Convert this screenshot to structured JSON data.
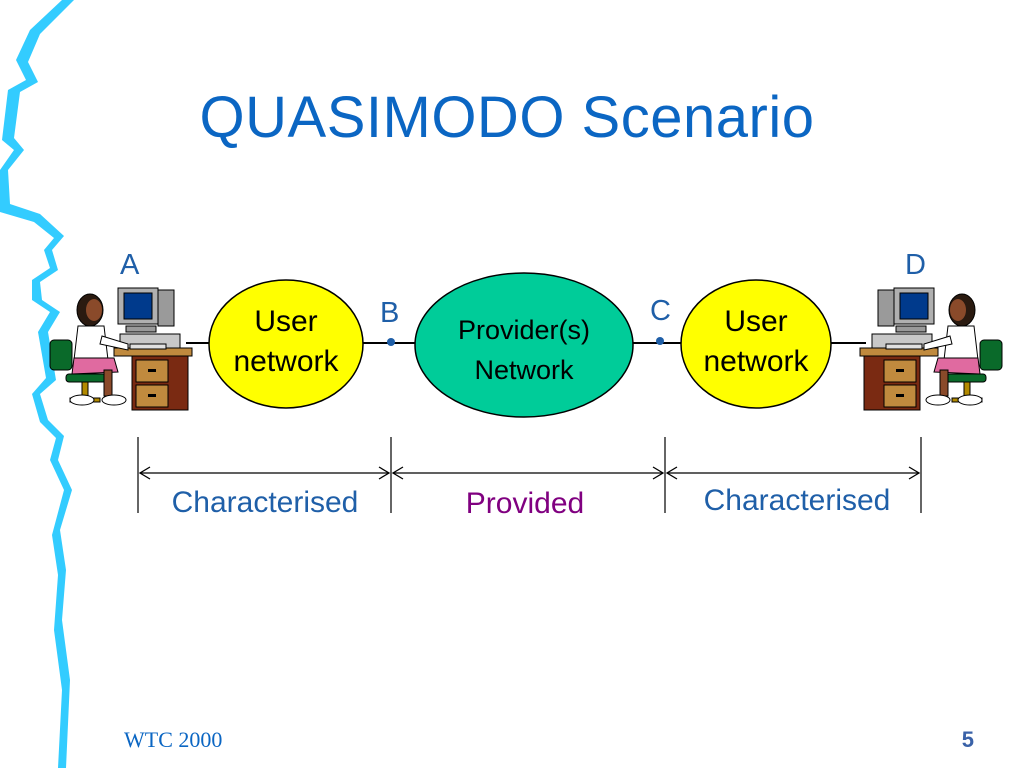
{
  "slide": {
    "title": "QUASIMODO Scenario",
    "footer_left": "WTC 2000",
    "slide_number": "5"
  },
  "diagram": {
    "points": {
      "a": "A",
      "b": "B",
      "c": "C",
      "d": "D"
    },
    "left_network": {
      "line1": "User",
      "line2": "network",
      "fill": "#ffff00"
    },
    "provider_network": {
      "line1": "Provider(s)",
      "line2": "Network",
      "fill": "#00cc99"
    },
    "right_network": {
      "line1": "User",
      "line2": "network",
      "fill": "#ffff00"
    },
    "segments": {
      "left": "Characterised",
      "middle": "Provided",
      "right": "Characterised"
    }
  },
  "colors": {
    "title": "#0b66c3",
    "characterised_label": "#1f5fa8",
    "provided_label": "#800080",
    "accent_stripe": "#33ccff"
  },
  "icons": [
    "user-at-workstation-left",
    "user-at-workstation-right"
  ]
}
